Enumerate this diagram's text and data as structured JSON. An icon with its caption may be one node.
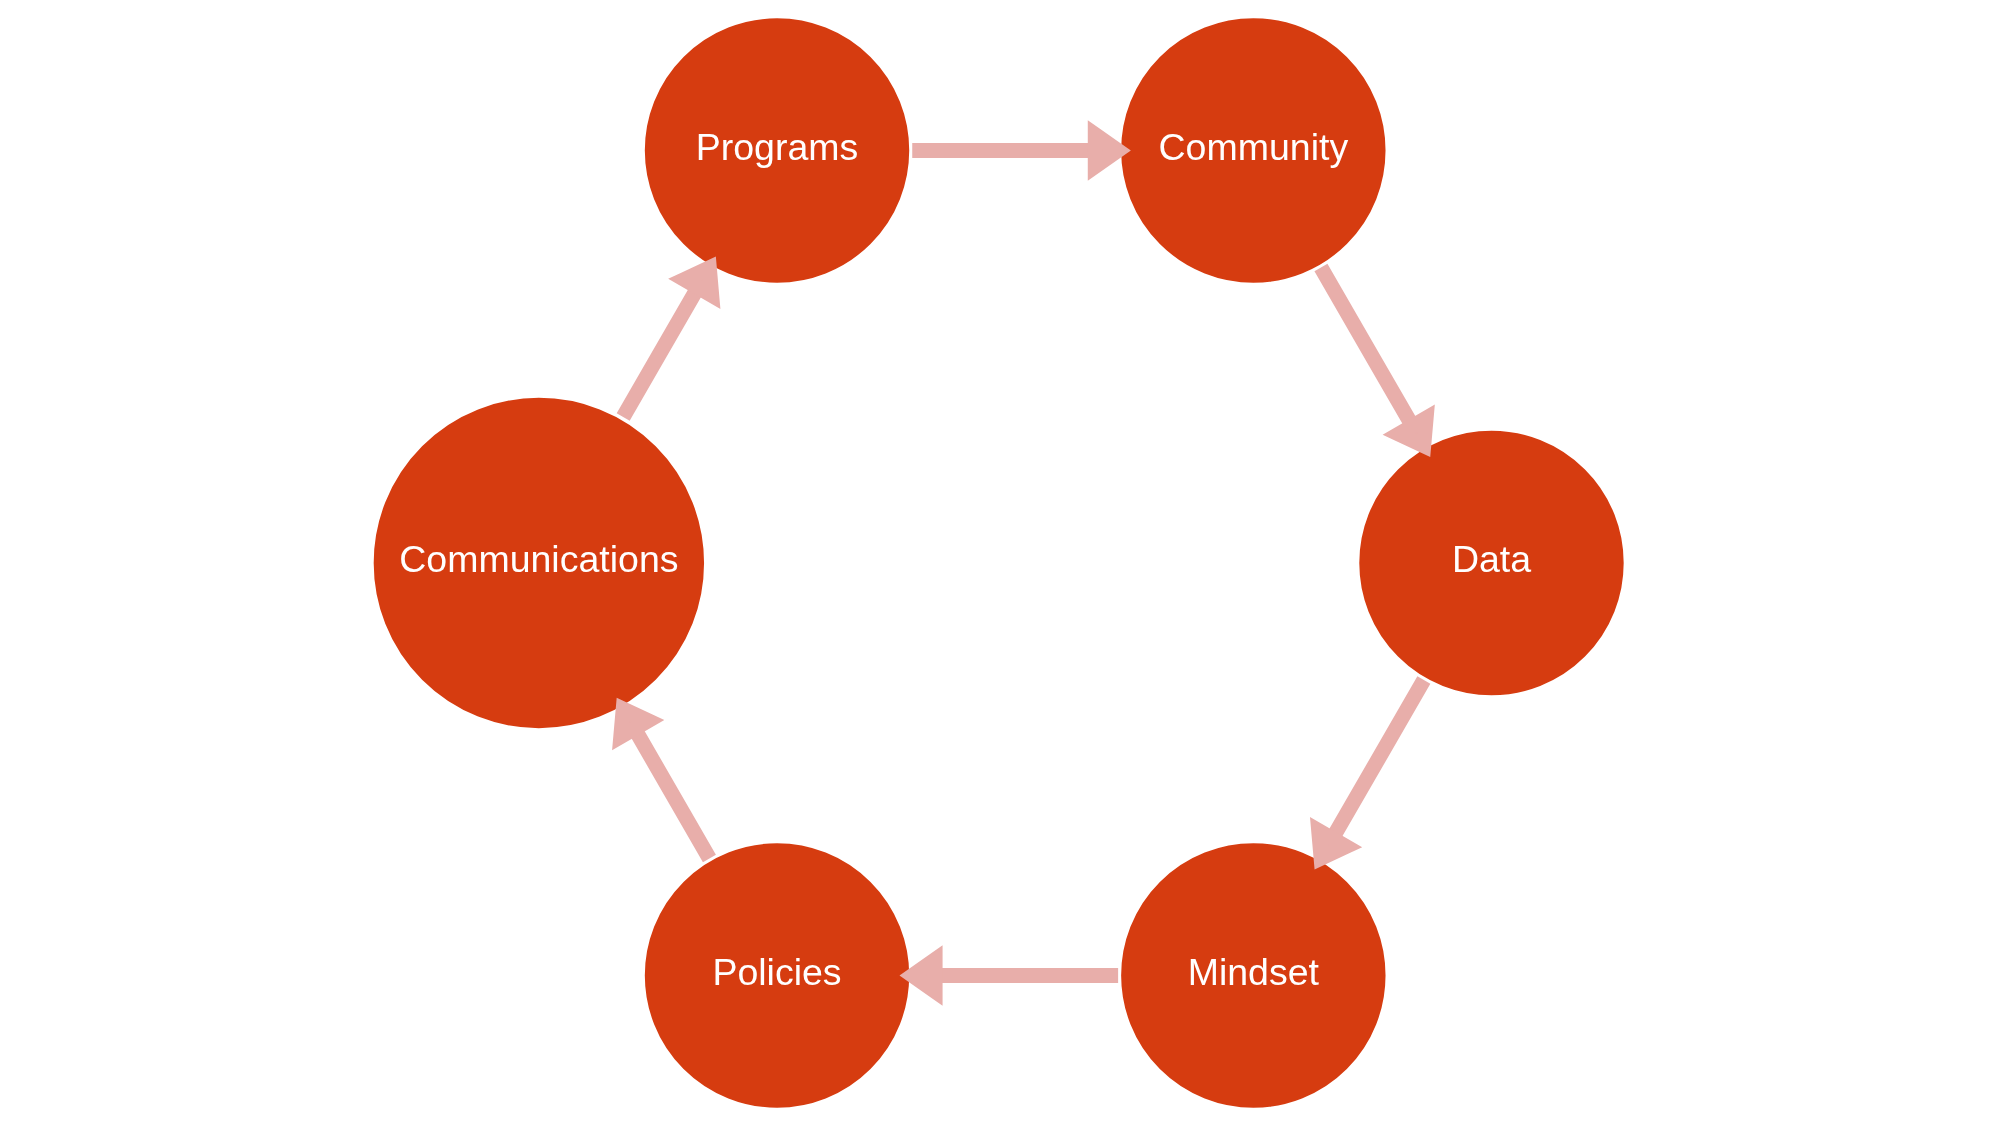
{
  "diagram": {
    "nodes": [
      {
        "text": [
          "Mindset"
        ]
      },
      {
        "text": [
          "Policies"
        ]
      },
      {
        "text": [
          "Communications"
        ]
      },
      {
        "text": [
          "Programs"
        ]
      },
      {
        "text": [
          "Community"
        ]
      },
      {
        "text": [
          "Data"
        ]
      }
    ],
    "edges": [
      {
        "from": 0,
        "to": 1,
        "arrow": "to"
      },
      {
        "from": 1,
        "to": 2,
        "arrow": "to"
      },
      {
        "from": 2,
        "to": 3,
        "arrow": "to"
      },
      {
        "from": 3,
        "to": 4,
        "arrow": "to"
      },
      {
        "from": 4,
        "to": 5,
        "arrow": "to"
      },
      {
        "from": 5,
        "to": 0,
        "arrow": "to"
      }
    ]
  }
}
